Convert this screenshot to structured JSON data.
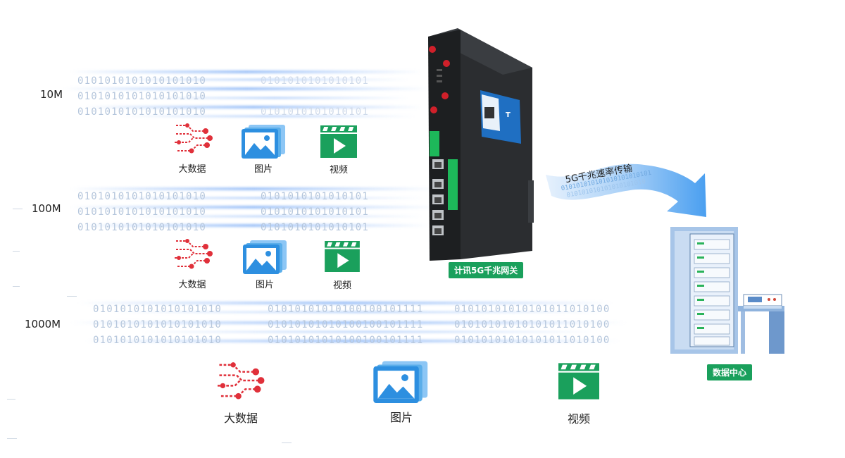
{
  "speeds": [
    "10M",
    "100M",
    "1000M"
  ],
  "binary": {
    "short": "0101010101010101010",
    "medium": "0101010101010101",
    "long": "01010101010100100101111",
    "far": "01010101010101011010100"
  },
  "icons": {
    "bigdata_label": "大数据",
    "image_label": "图片",
    "video_label": "视频"
  },
  "gateway": {
    "label": "计讯5G千兆网关"
  },
  "transfer": {
    "label": "5G千兆速率传输",
    "bits_line1": "010101010101010101010101",
    "bits_line2": "010101010101010101010"
  },
  "datacenter": {
    "label": "数据中心"
  },
  "colors": {
    "green": "#1aa05c",
    "red": "#e0303a",
    "blue": "#2d8fe0",
    "arrow": "#5aa8f0"
  }
}
